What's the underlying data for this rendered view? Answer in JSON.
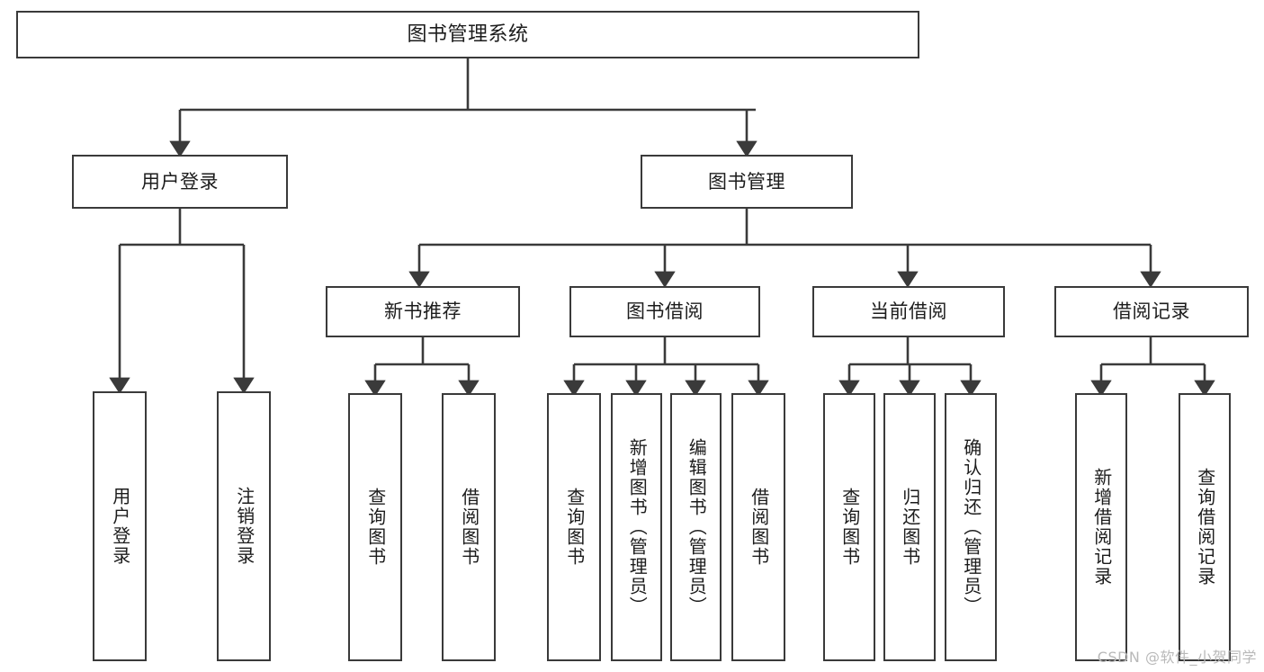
{
  "diagram": {
    "title": "图书管理系统",
    "watermark": "CSDN @软件_小贺同学",
    "colors": {
      "background": "#ffffff",
      "stroke": "#3a3a3a",
      "text": "#1c1c1c",
      "watermark": "#b9b9b9"
    },
    "nodes": {
      "root": {
        "label": "图书管理系统"
      },
      "level2": [
        {
          "label": "用户登录"
        },
        {
          "label": "图书管理"
        }
      ],
      "level3": [
        {
          "label": "新书推荐"
        },
        {
          "label": "图书借阅"
        },
        {
          "label": "当前借阅"
        },
        {
          "label": "借阅记录"
        }
      ],
      "leaves": {
        "user_login": [
          {
            "label": "用户登录"
          },
          {
            "label": "注销登录"
          }
        ],
        "new_book_recommend": [
          {
            "label": "查询图书"
          },
          {
            "label": "借阅图书"
          }
        ],
        "book_borrow": [
          {
            "label": "查询图书"
          },
          {
            "label": "新增图书（管理员）"
          },
          {
            "label": "编辑图书（管理员）"
          },
          {
            "label": "借阅图书"
          }
        ],
        "current_borrow": [
          {
            "label": "查询图书"
          },
          {
            "label": "归还图书"
          },
          {
            "label": "确认归还（管理员）"
          }
        ],
        "borrow_record": [
          {
            "label": "新增借阅记录"
          },
          {
            "label": "查询借阅记录"
          }
        ]
      }
    }
  }
}
